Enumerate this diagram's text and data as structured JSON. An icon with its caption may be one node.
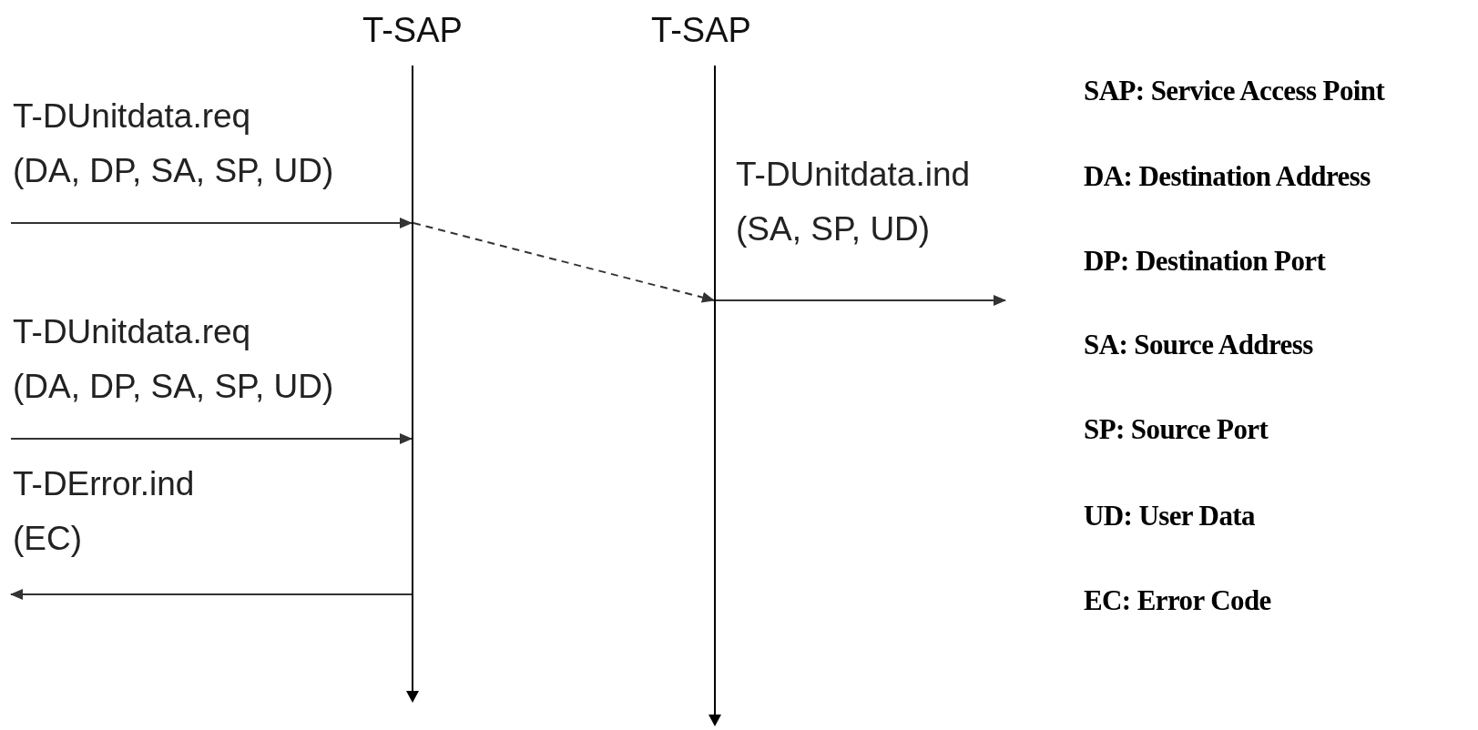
{
  "diagram": {
    "nodes": [
      {
        "text": [],
        "shape": "bar"
      },
      {
        "text": [],
        "shape": "bar"
      }
    ],
    "edges": [
      {
        "from": null,
        "to": 0,
        "arrow": "to",
        "label": "T-DUnitdata.req (DA, DP, SA, SP, UD)"
      },
      {
        "from": 0,
        "to": 1,
        "arrow": "to",
        "style": "dashed"
      },
      {
        "from": 1,
        "to": null,
        "arrow": "to",
        "label": "T-DUnitdata.ind (SA, SP, UD)"
      },
      {
        "from": null,
        "to": 0,
        "arrow": "to",
        "label": "T-DUnitdata.req (DA, DP, SA, SP, UD)"
      },
      {
        "from": 0,
        "to": null,
        "arrow": "to",
        "label": "T-DError.ind (EC)"
      }
    ],
    "labels": [
      "T-SAP",
      "T-SAP",
      "SAP: Service Access Point",
      "DA: Destination Address",
      "DP: Destination Port",
      "SA: Source Address",
      "SP: Source Port",
      "UD: User Data",
      "EC: Error Code"
    ]
  }
}
